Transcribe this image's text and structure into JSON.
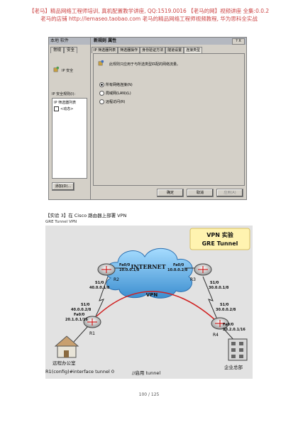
{
  "doc_header": {
    "line1": "【老马】精品网络工程师培训, 真机配置教学讲座, QQ:1519.0016    【老马的网】视频讲座 全集:0.0.2",
    "line2": "老马的店铺 http://lemaseo.taobao.com   老马的精品网络工程师视频教程, 华为思科全实战"
  },
  "screenshot": {
    "left_window_title": "本地 软件",
    "props_window_title": "新规则 属性",
    "close_glyph": "? X",
    "left_tabs": [
      "常规",
      "安全"
    ],
    "left_icon_label": "IP 安全",
    "left_label": "IP 安全规则(I):",
    "left_list_header": "IP 筛选器列表",
    "left_list_item": "<动态>",
    "add_button": "添加(D)...",
    "right_tabs": [
      "IP 筛选器列表",
      "筛选器操作",
      "身份验证方法",
      "隧道设置",
      "连接类型"
    ],
    "description": "此规则只应用于与所选类型匹配的网络流量。",
    "connection_types": [
      {
        "label": "所有网络连接(N)",
        "checked": true
      },
      {
        "label": "局域网(LAN)(L)",
        "checked": false
      },
      {
        "label": "远程访问(R)",
        "checked": false
      }
    ],
    "ok_label": "确定",
    "cancel_label": "取消",
    "apply_label": "应用(A)"
  },
  "caption": "【实验 3】在 Cisco 路由器上部署 VPN",
  "caption_sub": "GRE Tunnel VPN",
  "diagram": {
    "banner_line1": "VPN 实验",
    "banner_line2": "GRE Tunnel",
    "internet_label": "INTERNET",
    "vpn_label": "VPN",
    "routers": [
      {
        "name": "R1",
        "iface1": "S1/0",
        "ip1": "40.0.0.2/8",
        "iface2": "Fa0/0",
        "ip2": "20.1.0.1/16"
      },
      {
        "name": "R2",
        "iface1": "S1/0",
        "ip1": "40.0.0.1/8",
        "iface2": "Fa0/0",
        "ip2": "10.0.0.1/8"
      },
      {
        "name": "R3",
        "iface1": "S1/0",
        "ip1": "30.0.0.1/8",
        "iface2": "Fa0/0",
        "ip2": "10.0.0.2/8"
      },
      {
        "name": "R4",
        "iface1": "S1/0",
        "ip1": "30.0.0.2/8",
        "iface2": "Fa0/0",
        "ip2": "20.2.0.1/16"
      }
    ],
    "site_left": "远程办公室",
    "site_right": "企业总部"
  },
  "footer_cmd": "R1(config)#interface tunnel 0",
  "footer_note": "//启用 tunnel",
  "page_number": "100 / 125"
}
